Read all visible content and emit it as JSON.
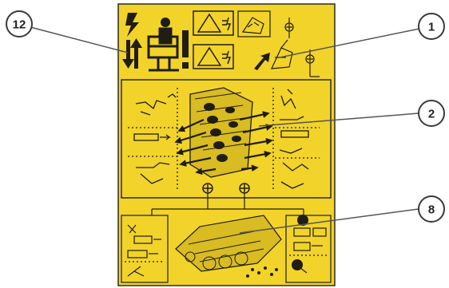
{
  "callouts": [
    {
      "id": "12",
      "label": "12"
    },
    {
      "id": "1",
      "label": "1"
    },
    {
      "id": "2",
      "label": "2"
    },
    {
      "id": "8",
      "label": "8"
    }
  ],
  "warning_label": {
    "background_color": "#f2d32a",
    "frame_color": "#2c2a1e",
    "symbols": [
      "lightning-icon",
      "arrows-icon",
      "person-icon",
      "exclamation-icon",
      "warning-triangle-icon",
      "electric-icon",
      "plus-icon",
      "arrow-icon"
    ]
  }
}
